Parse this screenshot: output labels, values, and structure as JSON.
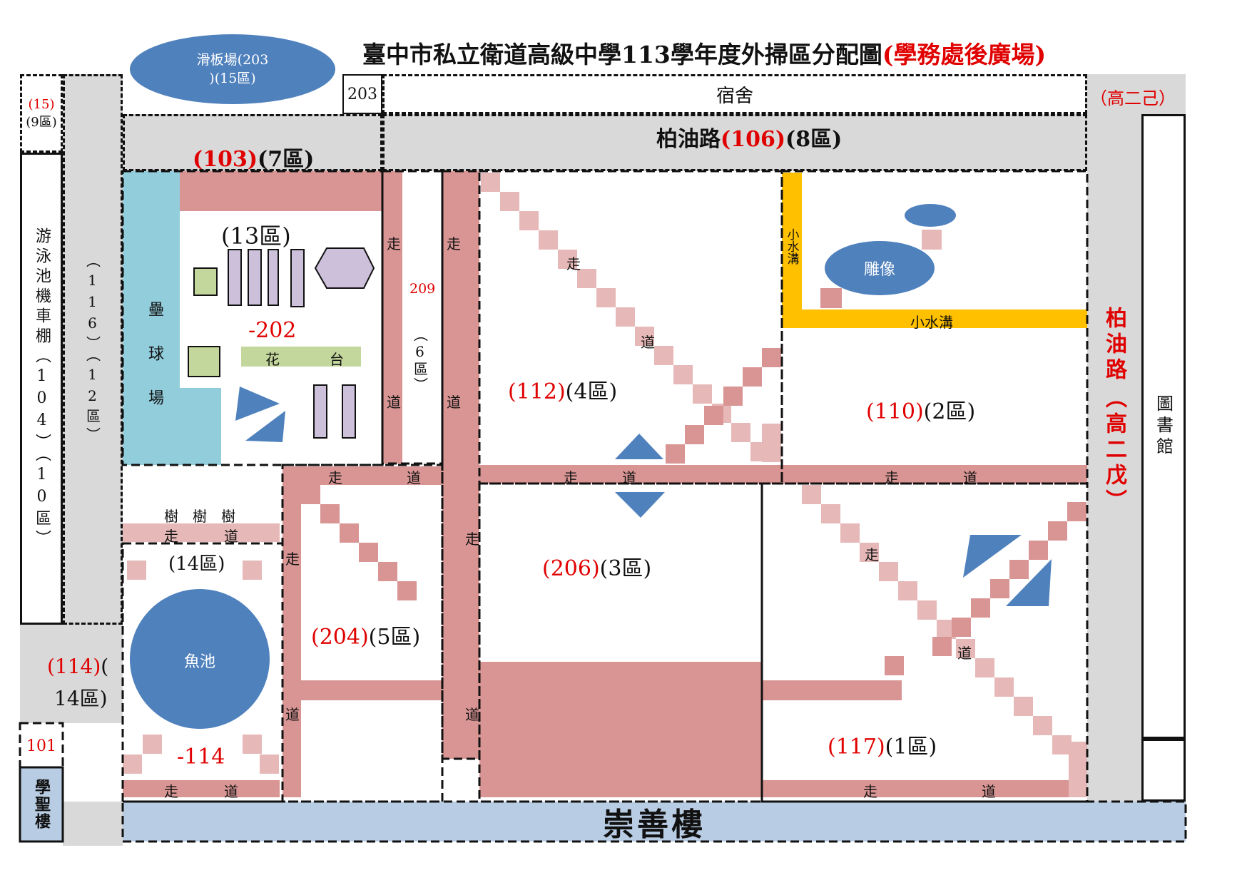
{
  "title": {
    "main": "臺中市私立衛道高級中學113學年度外掃區分配圖",
    "sub": "(學務處後廣場)"
  },
  "skateboard": {
    "line1": "滑板場(203",
    "line2": ")(15區)"
  },
  "labels": {
    "dorm_code": "203",
    "dorm": "宿舍",
    "gao2ji": "（高二己）",
    "road_top_pre": "柏油路",
    "road_top_code": "(106)",
    "road_top_zone": "(8區)",
    "zone7_code": "(103)",
    "zone7_zone": "(7區)",
    "z15_code": "(15)",
    "z15_zone": "(9區)",
    "scooter": "游泳池機車棚（104）（10區）",
    "col116": "（116）（12區）",
    "softball": "壘球場",
    "zone13": "(13區)",
    "code202": "-202",
    "flowerbed": "花　　台",
    "walk": "走",
    "dao": "道",
    "code209": "209",
    "zone6": "（6區）",
    "zone4_code": "(112)",
    "zone4_zone": "(4區)",
    "ditch_v": "小水溝",
    "ditch_h": "小水溝",
    "statue": "雕像",
    "zone2_code": "(110)",
    "zone2_zone": "(2區)",
    "road_right_pre": "柏油路",
    "road_right_gao": "（高二戊）",
    "library": "圖書館",
    "trees": "樹　樹　樹",
    "zone14": "(14區)",
    "fishpond": "魚池",
    "code114b": "-114",
    "zone14b_code": "(114)",
    "zone14b_zone": "(",
    "zone14b_line2": "14區)",
    "code101": "101",
    "xueshenglou": "學聖樓",
    "zone5_code": "(204)",
    "zone5_zone": "(5區)",
    "zone3_code": "(206)",
    "zone3_zone": "(3區)",
    "zone1_code": "(117)",
    "zone1_zone": "(1區)",
    "chongshanlou": "崇善樓"
  },
  "colors": {
    "walkway": "#d99594",
    "walkway_light": "#e6b9b8",
    "road": "#d9d9d9",
    "field": "#92cddc",
    "ditch": "#ffc000",
    "shape": "#4f81bd",
    "building": "#b8cce4",
    "zone_code": "#e00000",
    "planter": "#c3d69b",
    "bench": "#ccc0da"
  }
}
